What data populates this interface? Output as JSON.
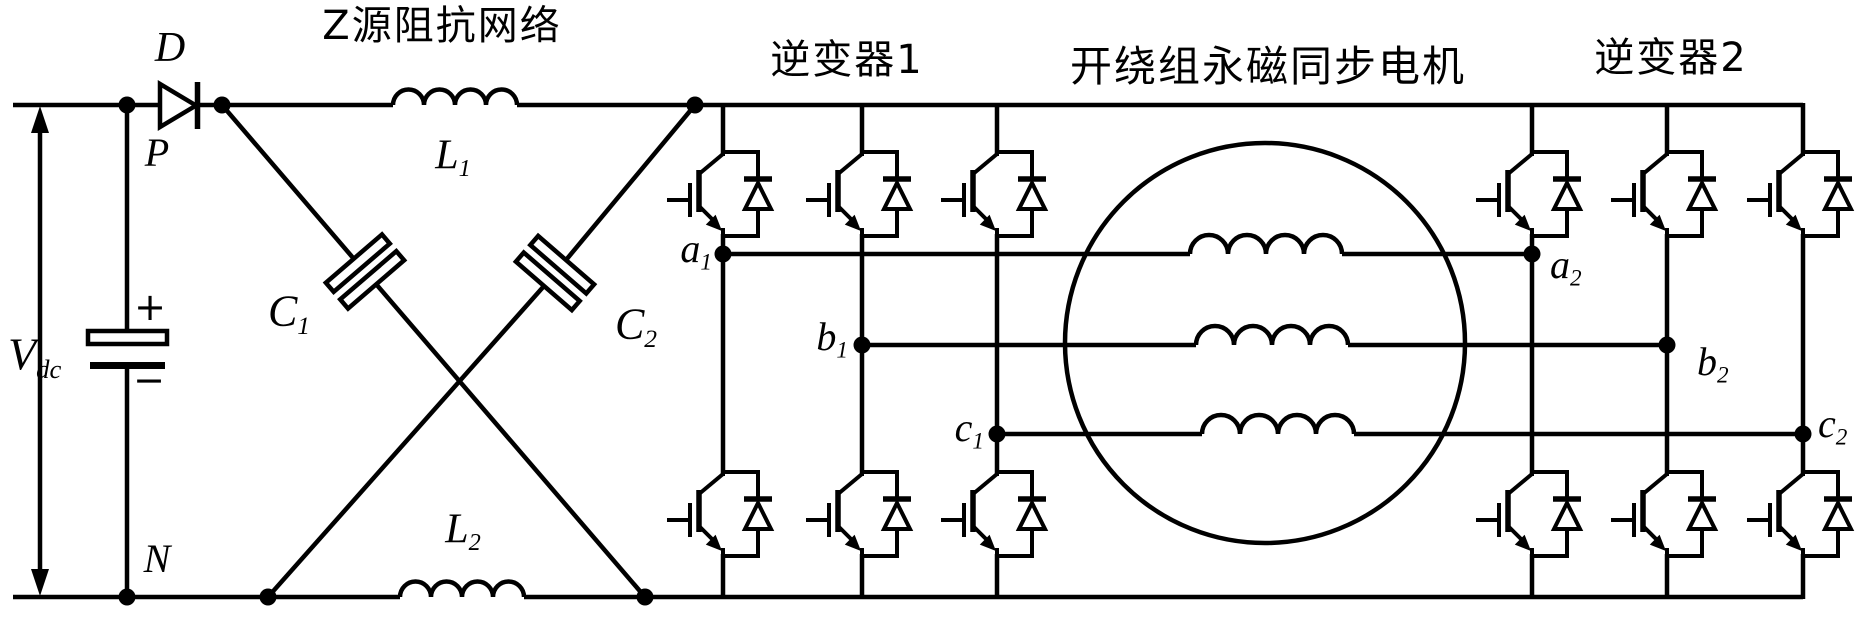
{
  "colors": {
    "ink": "#000000",
    "paper": "#ffffff"
  },
  "titles": {
    "z_network": "Z源阻抗网络",
    "inverter1": "逆变器1",
    "motor": "开绕组永磁同步电机",
    "inverter2": "逆变器2"
  },
  "source": {
    "vdc_main": "V",
    "vdc_sub": "dc",
    "plus": "+",
    "minus": "−",
    "rail_p": "P",
    "rail_n": "N",
    "diode": "D"
  },
  "z_network": {
    "l1_main": "L",
    "l1_sub": "1",
    "l2_main": "L",
    "l2_sub": "2",
    "c1_main": "C",
    "c1_sub": "1",
    "c2_main": "C",
    "c2_sub": "2"
  },
  "phases": {
    "a1_main": "a",
    "a1_sub": "1",
    "b1_main": "b",
    "b1_sub": "1",
    "c1_main": "c",
    "c1_sub": "1",
    "a2_main": "a",
    "a2_sub": "2",
    "b2_main": "b",
    "b2_sub": "2",
    "c2_main": "c",
    "c2_sub": "2"
  }
}
